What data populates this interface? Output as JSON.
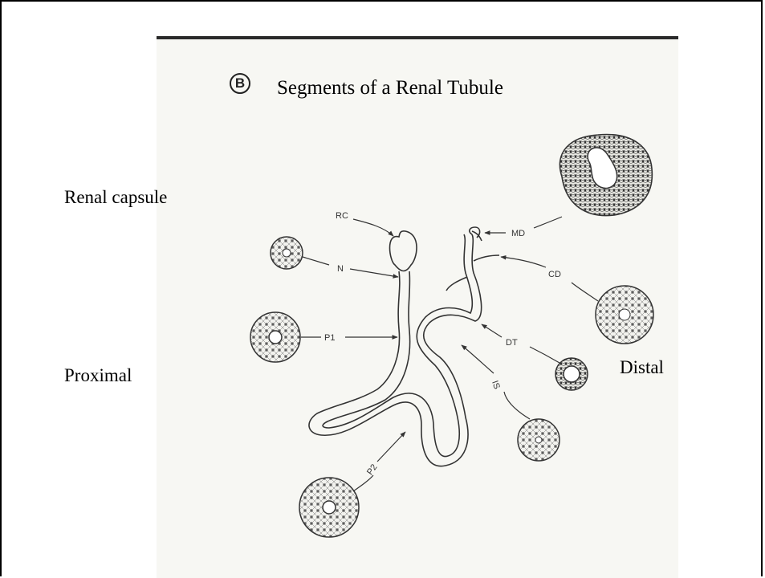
{
  "figure": {
    "letter": "B",
    "title": "Segments of a Renal Tubule"
  },
  "slide_labels": {
    "renal_capsule": "Renal capsule",
    "proximal": "Proximal",
    "distal": "Distal"
  },
  "segment_labels": {
    "rc": "RC",
    "n": "N",
    "p1": "P1",
    "p2": "P2",
    "is": "IS",
    "dt": "DT",
    "cd": "CD",
    "md": "MD"
  }
}
